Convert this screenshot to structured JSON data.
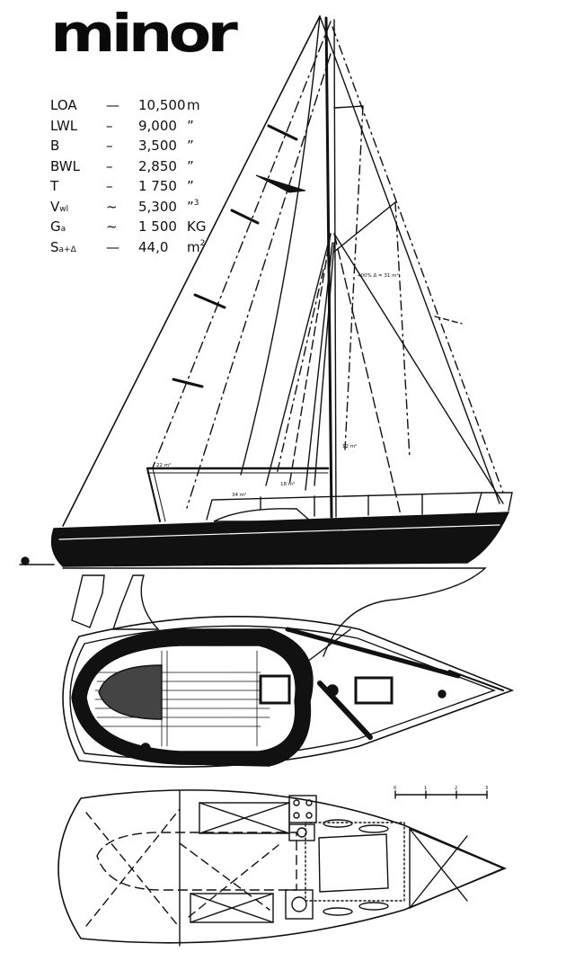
{
  "title": "minor",
  "specs": [
    {
      "label": "LOA",
      "sub": "",
      "sep": "—",
      "value": "10,500",
      "unit": "m",
      "sup": ""
    },
    {
      "label": "LWL",
      "sub": "",
      "sep": "–",
      "value": "9,000",
      "unit": "”",
      "sup": ""
    },
    {
      "label": "B",
      "sub": "",
      "sep": "–",
      "value": "3,500",
      "unit": "”",
      "sup": ""
    },
    {
      "label": "BWL",
      "sub": "",
      "sep": "–",
      "value": "2,850",
      "unit": "”",
      "sup": ""
    },
    {
      "label": "T",
      "sub": "",
      "sep": "–",
      "value": "1 750",
      "unit": "”",
      "sup": ""
    },
    {
      "label": "V",
      "sub": "wl",
      "sep": "~",
      "value": "5,300",
      "unit": "”",
      "sup": "3"
    },
    {
      "label": "G",
      "sub": "a",
      "sep": "~",
      "value": "1 500",
      "unit": "KG",
      "sup": ""
    },
    {
      "label": "S",
      "sub": "a+Δ",
      "sep": "—",
      "value": "44,0",
      "unit": "m",
      "sup": "2"
    }
  ],
  "sail_labels": {
    "genoa_area": "400% Δ = 31 m²",
    "main_small": "12 m²",
    "main_upper": "22 m²",
    "main_lower": "34 m²",
    "mid": "18 m²"
  },
  "scale_bar_ticks": [
    "0",
    "1",
    "2",
    "3"
  ],
  "colors": {
    "ink": "#111111",
    "paper": "#ffffff",
    "deck": "#cfcfcf"
  }
}
